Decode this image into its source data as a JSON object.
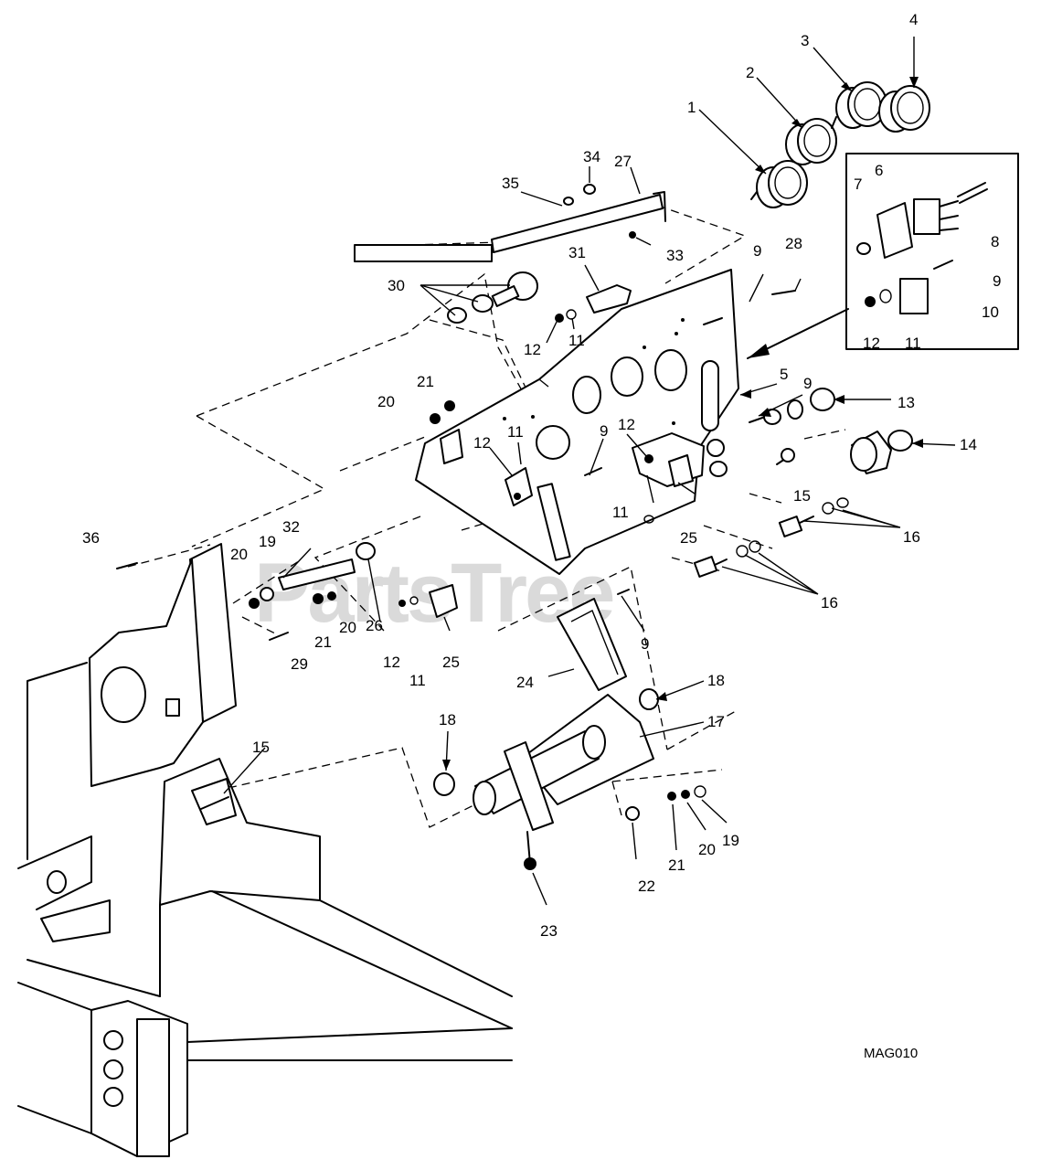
{
  "diagram": {
    "code": "MAG010",
    "watermark": "PartsTree",
    "callouts": [
      {
        "id": "c1",
        "text": "1"
      },
      {
        "id": "c2",
        "text": "2"
      },
      {
        "id": "c3",
        "text": "3"
      },
      {
        "id": "c4",
        "text": "4"
      },
      {
        "id": "c5",
        "text": "5"
      },
      {
        "id": "c6",
        "text": "6"
      },
      {
        "id": "c7",
        "text": "7"
      },
      {
        "id": "c8",
        "text": "8"
      },
      {
        "id": "c9a",
        "text": "9"
      },
      {
        "id": "c9b",
        "text": "9"
      },
      {
        "id": "c9c",
        "text": "9"
      },
      {
        "id": "c9d",
        "text": "9"
      },
      {
        "id": "c9e",
        "text": "9"
      },
      {
        "id": "c10",
        "text": "10"
      },
      {
        "id": "c11a",
        "text": "11"
      },
      {
        "id": "c11b",
        "text": "11"
      },
      {
        "id": "c11c",
        "text": "11"
      },
      {
        "id": "c11d",
        "text": "11"
      },
      {
        "id": "c11e",
        "text": "11"
      },
      {
        "id": "c12a",
        "text": "12"
      },
      {
        "id": "c12b",
        "text": "12"
      },
      {
        "id": "c12c",
        "text": "12"
      },
      {
        "id": "c12d",
        "text": "12"
      },
      {
        "id": "c12e",
        "text": "12"
      },
      {
        "id": "c13",
        "text": "13"
      },
      {
        "id": "c14",
        "text": "14"
      },
      {
        "id": "c15a",
        "text": "15"
      },
      {
        "id": "c15b",
        "text": "15"
      },
      {
        "id": "c16a",
        "text": "16"
      },
      {
        "id": "c16b",
        "text": "16"
      },
      {
        "id": "c17",
        "text": "17"
      },
      {
        "id": "c18a",
        "text": "18"
      },
      {
        "id": "c18b",
        "text": "18"
      },
      {
        "id": "c19a",
        "text": "19"
      },
      {
        "id": "c19b",
        "text": "19"
      },
      {
        "id": "c20a",
        "text": "20"
      },
      {
        "id": "c20b",
        "text": "20"
      },
      {
        "id": "c20c",
        "text": "20"
      },
      {
        "id": "c20d",
        "text": "20"
      },
      {
        "id": "c21a",
        "text": "21"
      },
      {
        "id": "c21b",
        "text": "21"
      },
      {
        "id": "c21c",
        "text": "21"
      },
      {
        "id": "c22",
        "text": "22"
      },
      {
        "id": "c23",
        "text": "23"
      },
      {
        "id": "c24",
        "text": "24"
      },
      {
        "id": "c25a",
        "text": "25"
      },
      {
        "id": "c25b",
        "text": "25"
      },
      {
        "id": "c26",
        "text": "26"
      },
      {
        "id": "c27",
        "text": "27"
      },
      {
        "id": "c28",
        "text": "28"
      },
      {
        "id": "c29",
        "text": "29"
      },
      {
        "id": "c30",
        "text": "30"
      },
      {
        "id": "c31",
        "text": "31"
      },
      {
        "id": "c32",
        "text": "32"
      },
      {
        "id": "c33",
        "text": "33"
      },
      {
        "id": "c34",
        "text": "34"
      },
      {
        "id": "c35",
        "text": "35"
      },
      {
        "id": "c36",
        "text": "36"
      }
    ]
  }
}
